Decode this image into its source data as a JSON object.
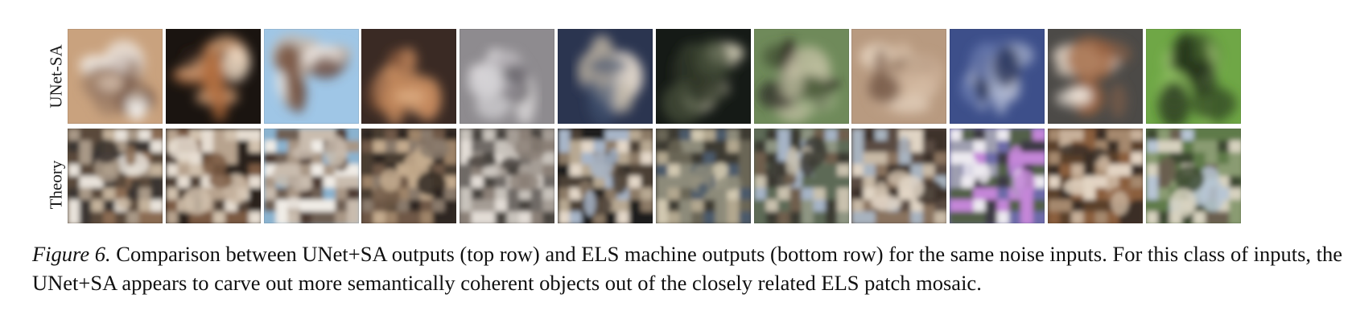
{
  "figure": {
    "row_labels": {
      "top": "UNet-SA",
      "bottom": "Theory"
    },
    "caption": {
      "label": "Figure 6.",
      "text": " Comparison between UNet+SA outputs (top row) and ELS machine outputs (bottom row) for the same noise inputs. For this class of inputs, the UNet+SA appears to carve out more semantically coherent objects out of the closely related ELS patch mosaic."
    },
    "top_row": [
      {
        "subject": "spaniel dog on tan background",
        "palette": [
          "#c9a27e",
          "#f3f0ec",
          "#6b4a3a",
          "#e7d2c0",
          "#9a7b66"
        ]
      },
      {
        "subject": "dog face with ears on black background",
        "palette": [
          "#1a1410",
          "#f2e2cf",
          "#b06a3a",
          "#3b2a22",
          "#d9a57b"
        ]
      },
      {
        "subject": "white and brown horse on sky background",
        "palette": [
          "#9fc6e6",
          "#efe9e4",
          "#5b3a2e",
          "#c8b7a8",
          "#7d5b49"
        ]
      },
      {
        "subject": "tabby cat in dark frame",
        "palette": [
          "#3a2a24",
          "#c48a5e",
          "#8b5a3d",
          "#e3b58b",
          "#5a3b2c"
        ]
      },
      {
        "subject": "grey tabby cat lying on blanket",
        "palette": [
          "#8e8b8f",
          "#d7d5d8",
          "#5e5a60",
          "#b2aeb3",
          "#ece9ea"
        ]
      },
      {
        "subject": "white cat sitting in front of dark background",
        "palette": [
          "#2b3550",
          "#e7ddd0",
          "#a8a196",
          "#41506e",
          "#c9bda9"
        ]
      },
      {
        "subject": "bird on dark background",
        "palette": [
          "#151a16",
          "#b8ad8a",
          "#46503a",
          "#d3cfb7",
          "#2c3325"
        ]
      },
      {
        "subject": "dark deer on green field",
        "palette": [
          "#6f8a5a",
          "#2e2b24",
          "#9bad83",
          "#c7c3a7",
          "#4a5a3a"
        ]
      },
      {
        "subject": "blurry tan animal close-up",
        "palette": [
          "#b89a80",
          "#e1cdb8",
          "#7c5f4d",
          "#cfb49b",
          "#9e806a"
        ]
      },
      {
        "subject": "white airplane on blue sky",
        "palette": [
          "#3d4f8a",
          "#e9ecf2",
          "#1f2a4d",
          "#a9b3cf",
          "#6a7bb0"
        ]
      },
      {
        "subject": "fluffy brown and white dog on grey background",
        "palette": [
          "#4c4a47",
          "#d9cbbd",
          "#a0643e",
          "#efe6dc",
          "#7a5b47"
        ]
      },
      {
        "subject": "dark goat on bright green grass",
        "palette": [
          "#6fa746",
          "#1f2a19",
          "#93c463",
          "#3f5a2a",
          "#b2d483"
        ]
      }
    ],
    "bottom_row": [
      {
        "subject": "patch mosaic of dog",
        "palette": [
          "#5a4a3a",
          "#e8e2da",
          "#8b6c52",
          "#c4b29b",
          "#3a3430",
          "#a99987"
        ]
      },
      {
        "subject": "patch mosaic of dog face",
        "palette": [
          "#2a241f",
          "#e6ddd1",
          "#7b5a43",
          "#b7a38e",
          "#4f4136",
          "#d1c1ad"
        ]
      },
      {
        "subject": "patch mosaic of horse",
        "palette": [
          "#8ab2cf",
          "#f0ece6",
          "#4d3b31",
          "#a89685",
          "#6e5e52",
          "#c9bcae"
        ]
      },
      {
        "subject": "patch mosaic of cat",
        "palette": [
          "#4a3c33",
          "#9f8469",
          "#6f5846",
          "#c4ab8e",
          "#2f2721",
          "#8a7a6c"
        ]
      },
      {
        "subject": "patch mosaic of grey cat",
        "palette": [
          "#6f6a66",
          "#c8c2bb",
          "#4a4440",
          "#a59d95",
          "#e2dcd5",
          "#8b8077"
        ]
      },
      {
        "subject": "patch mosaic of white cat",
        "palette": [
          "#1f1c1b",
          "#e3d7c8",
          "#8c7a66",
          "#b7a892",
          "#4b3f36",
          "#a7b5c8"
        ]
      },
      {
        "subject": "patch mosaic of bird",
        "palette": [
          "#3c3a32",
          "#b2a78f",
          "#6b6656",
          "#8d8b7a",
          "#d1c8b0",
          "#4b5a6a"
        ]
      },
      {
        "subject": "patch mosaic of deer",
        "palette": [
          "#5d6a56",
          "#c9c1ae",
          "#3b3a33",
          "#8f9683",
          "#a6b4c6",
          "#6f5e4e"
        ]
      },
      {
        "subject": "patch mosaic of tan animal",
        "palette": [
          "#5a4c42",
          "#c8b9a6",
          "#8a735f",
          "#a8b3bf",
          "#3c3129",
          "#e0d4c4"
        ]
      },
      {
        "subject": "patch mosaic of airplane",
        "palette": [
          "#6d6aa8",
          "#ece9ef",
          "#3d3a44",
          "#c486d8",
          "#9f9fb0",
          "#52604a"
        ]
      },
      {
        "subject": "patch mosaic of fluffy dog",
        "palette": [
          "#5a3f2c",
          "#c7b09a",
          "#8b5e3d",
          "#e2d3c2",
          "#3a2f27",
          "#a6896e"
        ]
      },
      {
        "subject": "patch mosaic of goat",
        "palette": [
          "#5f7a4a",
          "#b7c5d4",
          "#3d4a30",
          "#8a9b72",
          "#d7d2bf",
          "#6a5e4f"
        ]
      }
    ]
  }
}
